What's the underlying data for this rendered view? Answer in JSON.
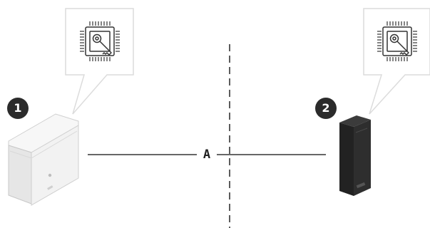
{
  "badges": [
    "1",
    "2"
  ],
  "connector": {
    "label": "A"
  },
  "colors": {
    "badge_fill": "#2b2b2b",
    "line": "#333333",
    "callout_border": "#dcdcdc",
    "controller_body": "#f2f2f2",
    "reader_body": "#2e2e2e"
  },
  "icons": [
    "chip-with-key-icon",
    "chip-with-key-icon"
  ]
}
